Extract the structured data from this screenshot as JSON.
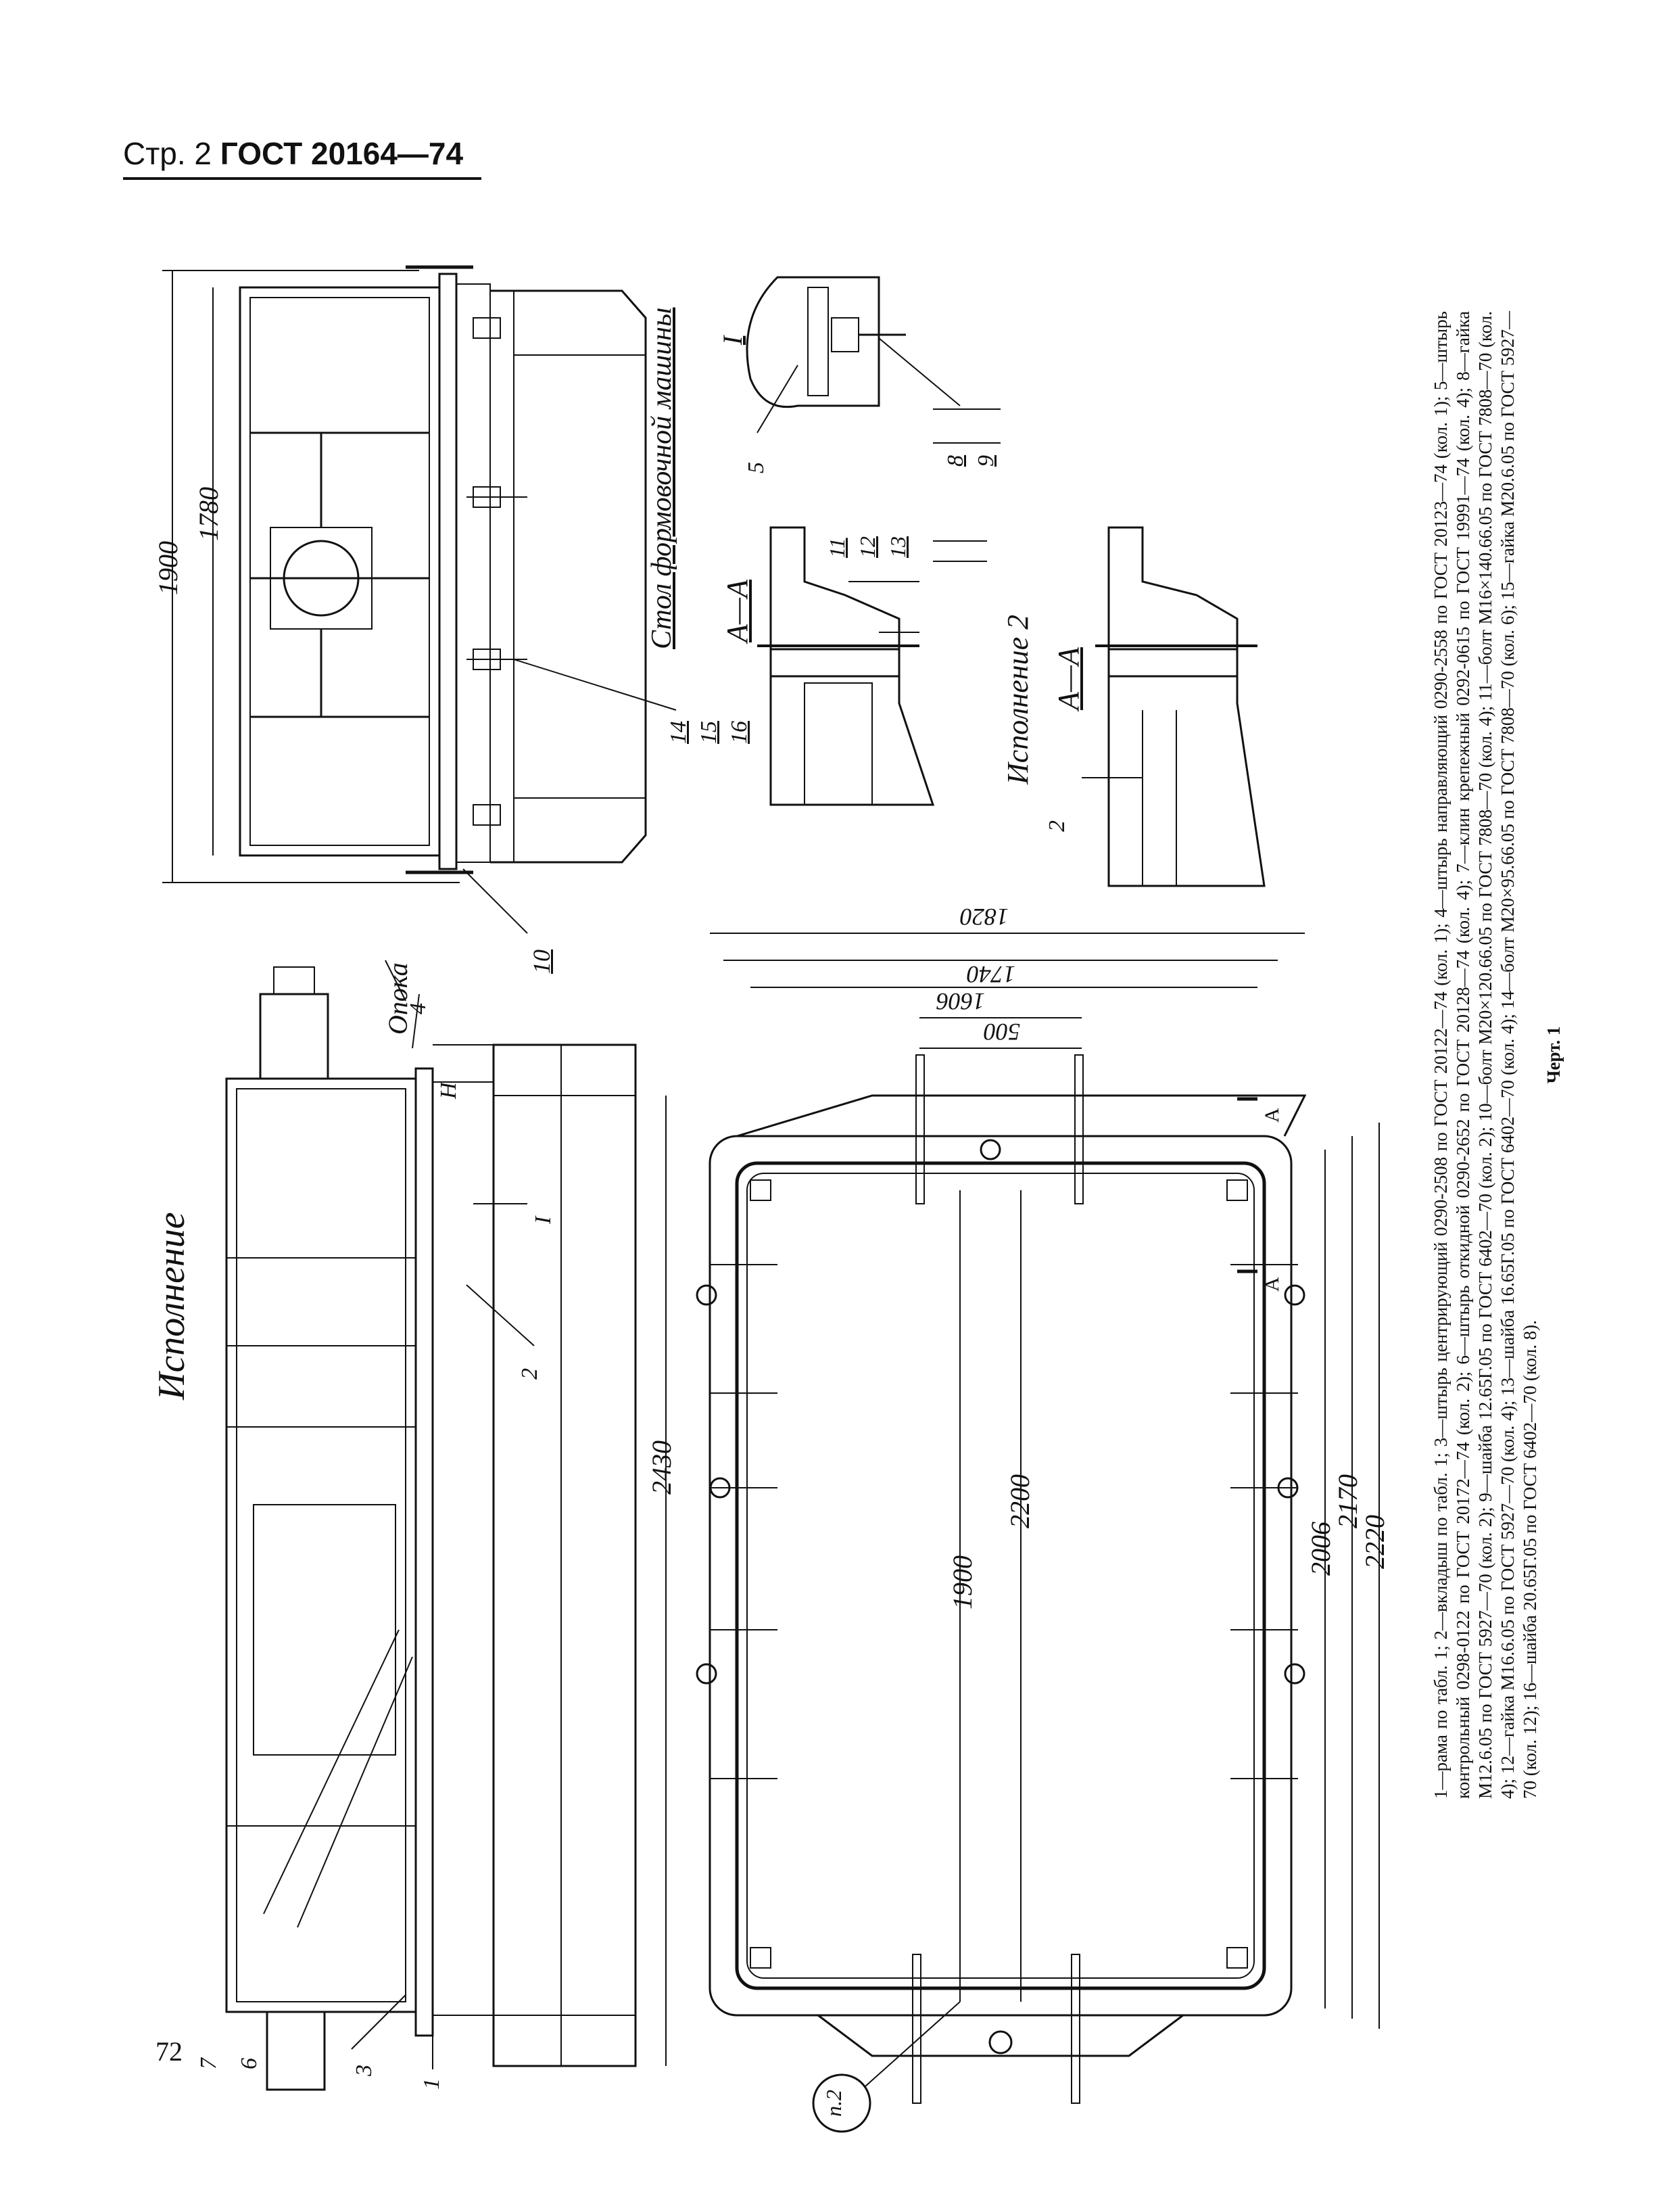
{
  "header": {
    "page": "Стр. 2",
    "standard": "ГОСТ 20164—74"
  },
  "page_number": "72",
  "views": {
    "left_title": "Исполнение",
    "flask_label": "Опока",
    "table_label": "Стол формовочной машины",
    "section_label": "А—А",
    "variant2_title": "Исполнение 2",
    "detail_label": "I",
    "ref_label": "п.2",
    "a_mark": "А"
  },
  "dimensions": {
    "d1900_top": "1900",
    "d1780": "1780",
    "dH": "Н",
    "d2430": "2430",
    "d1820": "1820",
    "d1740": "1740",
    "d1606": "1606",
    "d500": "500",
    "d2200": "2200",
    "d1900_plan": "1900",
    "d2006": "2006",
    "d2170": "2170",
    "d2220": "2220"
  },
  "callouts": [
    "1",
    "2",
    "3",
    "4",
    "5",
    "6",
    "7",
    "8",
    "9",
    "10",
    "11",
    "12",
    "13",
    "14",
    "15",
    "16"
  ],
  "legend": {
    "text": "1—рама по табл. 1; 2—вкладыш по табл. 1; 3—штырь центрирующий 0290-2508 по ГОСТ 20122—74 (кол. 1); 4—штырь направляющий 0290-2558 по ГОСТ 20123—74 (кол. 1); 5—штырь контрольный 0298-0122 по ГОСТ 20172—74 (кол. 2); 6—штырь откидной 0290-2652 по ГОСТ 20128—74 (кол. 4); 7—клин крепежный 0292-0615 по ГОСТ 19991—74 (кол. 4); 8—гайка М12.6.05 по ГОСТ 5927—70 (кол. 2); 9—шайба 12.65Г.05 по ГОСТ 6402—70 (кол. 2); 10—болт М20×120.66.05 по ГОСТ 7808—70 (кол. 4); 11—болт М16×140.66.05 по ГОСТ 7808—70 (кол. 4); 12—гайка М16.6.05 по ГОСТ 5927—70 (кол. 4); 13—шайба 16.65Г.05 по ГОСТ 6402—70 (кол. 4); 14—болт М20×95.66.05 по ГОСТ 7808—70 (кол. 6); 15—гайка М20.6.05 по ГОСТ 5927—70 (кол. 12); 16—шайба 20.65Г.05 по ГОСТ 6402—70 (кол. 8).",
    "caption": "Черт. 1"
  },
  "colors": {
    "ink": "#111111",
    "paper": "#ffffff"
  }
}
